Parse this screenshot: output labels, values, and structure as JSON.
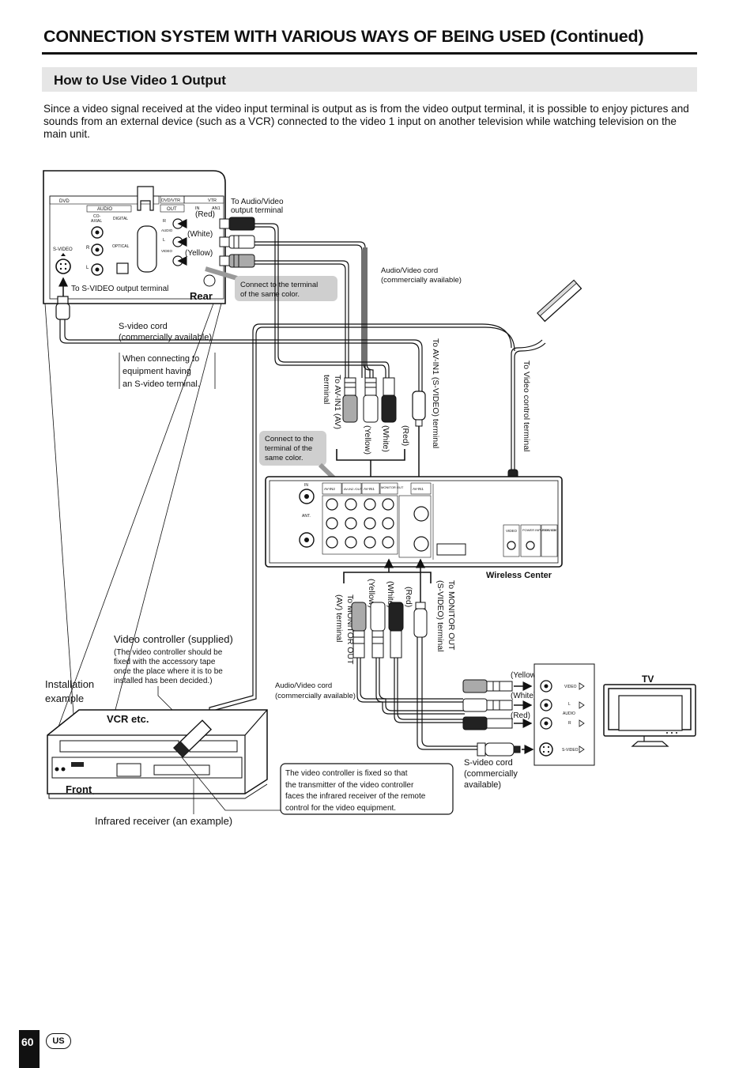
{
  "header": {
    "title": "CONNECTION SYSTEM WITH VARIOUS WAYS OF BEING USED (Continued)",
    "section_title": "How to Use Video 1 Output",
    "intro": "Since a video signal received at the video input terminal is output as is from the video output terminal, it is possible to enjoy pictures and sounds from an external device (such as a VCR) connected to the video 1 input on another television while watching television on the main unit."
  },
  "diagram": {
    "vcr_rear": {
      "dvd": "DVD",
      "audio": "AUDIO",
      "coaxial": "CO-",
      "coaxial2": "AXIAL",
      "digital": "DIGITAL",
      "optical": "OPTICAL",
      "r": "R",
      "l": "L",
      "svideo": "S-VIDEO",
      "dvd_vtr": "DVD/VTR",
      "vtr": "VTR",
      "out": "OUT",
      "in": "IN",
      "ant_in": "AN1",
      "video": "VIDEO",
      "audio_small": "AUDIO",
      "rear": "Rear"
    },
    "labels": {
      "to_av_output": "To Audio/Video",
      "to_av_output2": "output terminal",
      "red": "(Red)",
      "white": "(White)",
      "yellow": "(Yellow)",
      "connect_same_color_1": "Connect to the terminal",
      "connect_same_color_1b": "of the same color.",
      "to_svideo_output": "To S-VIDEO output terminal",
      "av_cord_1": "Audio/Video cord",
      "av_cord_1b": "(commercially available)",
      "svideo_cord_1": "S-video cord",
      "svideo_cord_1b": "(commercially available)",
      "when_connecting_1": "When connecting to",
      "when_connecting_2": "equipment having",
      "when_connecting_3": "an S-video terminal.",
      "to_av_in1_av": "To AV-IN1 (AV)",
      "to_av_in1_av2": "terminal",
      "red_v": "(Red)",
      "white_v": "(White)",
      "yellow_v": "(Yellow)",
      "to_av_in1_svideo": "To AV-IN1 (S-VIDEO) terminal",
      "to_video_control": "To Video control terminal",
      "connect_same_color_2a": "Connect to the",
      "connect_same_color_2b": "terminal of the",
      "connect_same_color_2c": "same color.",
      "wireless_center": "Wireless Center",
      "red_v2": "(Red)",
      "white_v2": "(White)",
      "yellow_v2": "(Yellow)",
      "to_monitor_out_av": "To MONITOR OUT",
      "to_monitor_out_av2": "(AV) terminal",
      "to_monitor_out_sv": "To MONITOR OUT",
      "to_monitor_out_sv2": "(S-VIDEO) terminal",
      "video_controller": "Video controller (supplied)",
      "vc_note_1": "(The video controller should be",
      "vc_note_2": "fixed with the accessory tape",
      "vc_note_3": "once the place where it is to be",
      "vc_note_4": "installed has been decided.)",
      "installation": "Installation",
      "installation2": "example",
      "vcr_etc": "VCR etc.",
      "front": "Front",
      "infrared": "Infrared receiver (an example)",
      "av_cord_2": "Audio/Video cord",
      "av_cord_2b": "(commercially available)",
      "fixed_note_1": "The video controller is fixed so that",
      "fixed_note_2": "the transmitter of the video controller",
      "fixed_note_3": "faces the infrared receiver of the remote",
      "fixed_note_4": "control for the video equipment.",
      "yellow_h": "(Yellow)",
      "white_h": "(White)",
      "red_h": "(Red)",
      "svideo_cord_2": "S-video cord",
      "svideo_cord_2b": "(commercially",
      "svideo_cord_2c": "available)",
      "tv": "TV",
      "tv_video": "VIDEO",
      "tv_l": "L",
      "tv_audio": "AUDIO",
      "tv_r": "R",
      "tv_svideo": "S-VIDEO"
    },
    "wireless_panel": {
      "in": "IN",
      "ant": "ANT.",
      "out": "OUT",
      "av_in2": "AV-IN2",
      "av_in2_out": "AV-IN2 /OUT",
      "av_in1": "AV-IN1",
      "monitor_out": "MONITOR OUT",
      "av_in1b": "AV-IN1",
      "video_ctrl": "VIDEO",
      "power": "POWER INPUT DC 15V",
      "service": "SERVICE"
    }
  },
  "footer": {
    "page_number": "60",
    "region": "US"
  }
}
